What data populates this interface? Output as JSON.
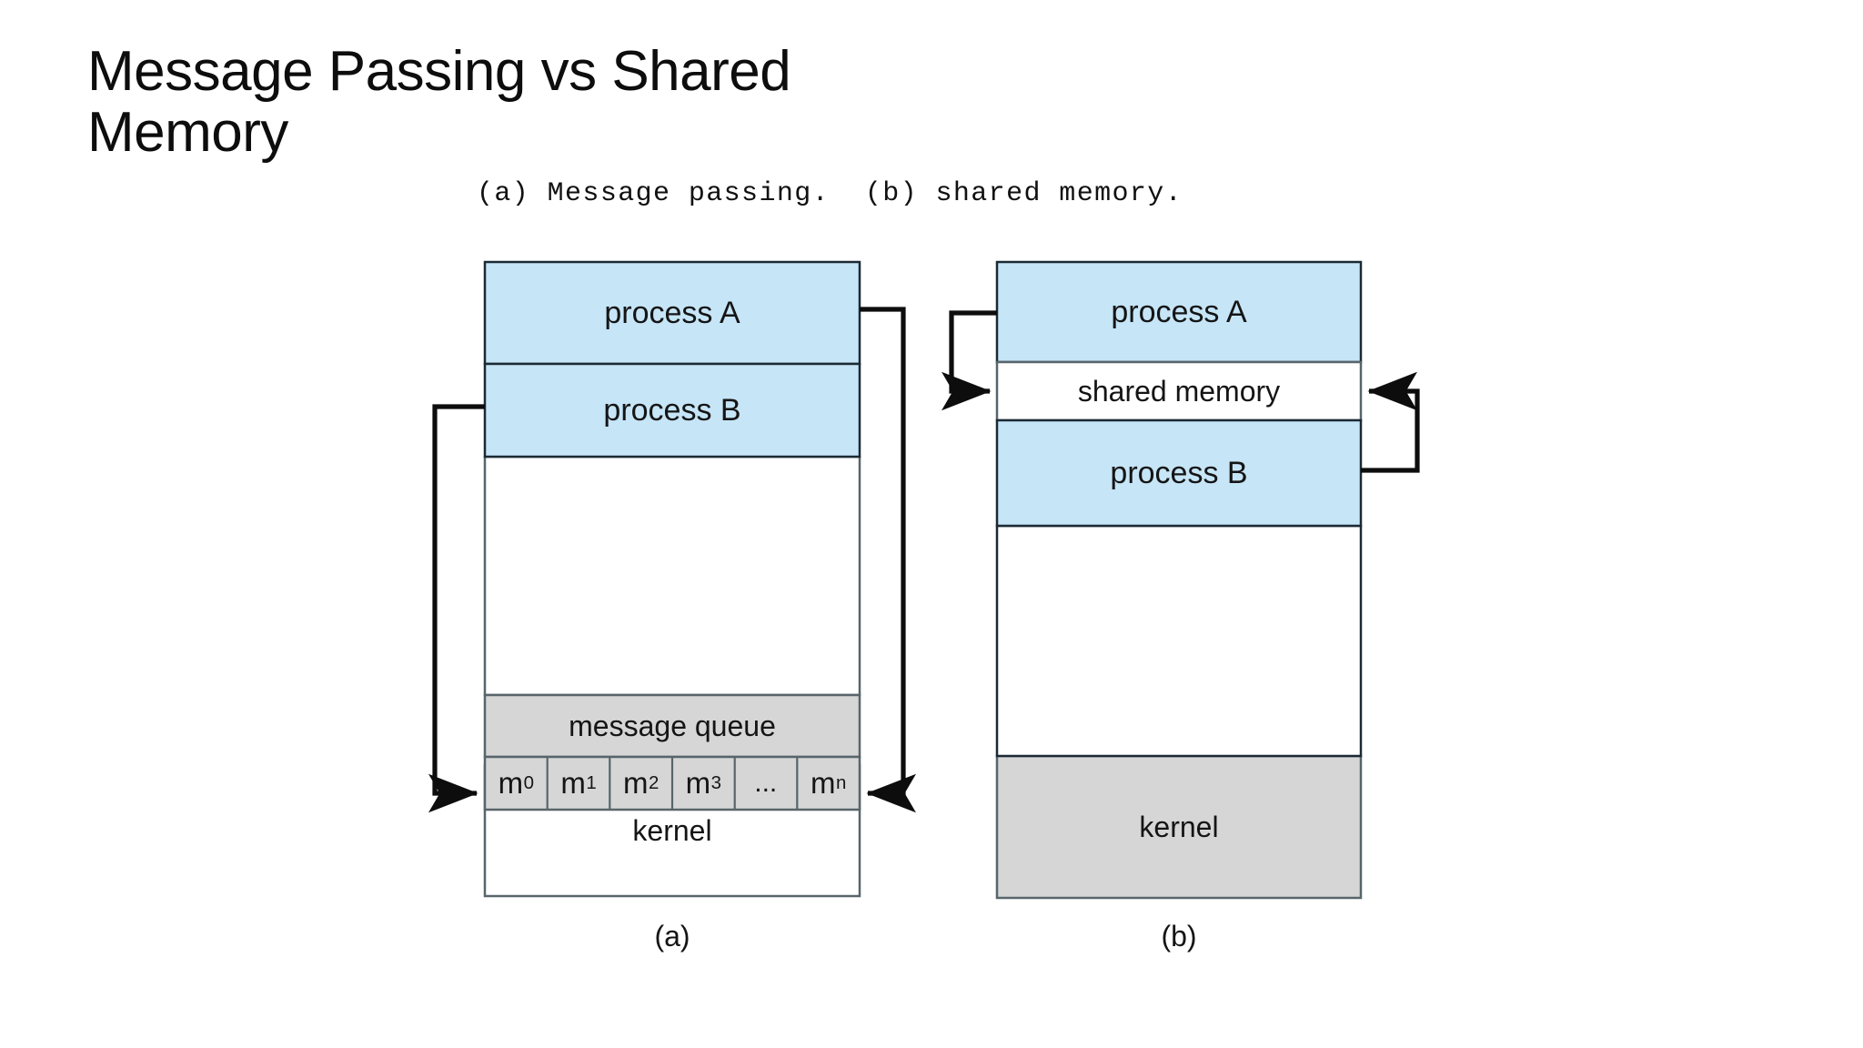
{
  "slide": {
    "title": "Message Passing vs Shared\nMemory",
    "caption": "(a) Message passing.  (b) shared memory."
  },
  "colors": {
    "process_fill": "#c6e5f7",
    "kernel_fill_gray": "#d6d6d6",
    "queue_fill": "#d6d6d6",
    "white_fill": "#ffffff",
    "border": "#58656b",
    "border_dark": "#1b2a33",
    "arrow": "#0d0d0d",
    "text": "#151515",
    "background": "#ffffff"
  },
  "figure_a": {
    "caption_label": "(a)",
    "blocks": [
      {
        "name": "process-a",
        "label": "process A",
        "fill": "process"
      },
      {
        "name": "process-b",
        "label": "process B",
        "fill": "process"
      },
      {
        "name": "free-space",
        "label": "",
        "fill": "white"
      },
      {
        "name": "message-queue",
        "label": "message queue",
        "fill": "gray"
      },
      {
        "name": "kernel",
        "label": "kernel",
        "fill": "white"
      }
    ],
    "message_cells": [
      {
        "name": "message-cell-m0",
        "base": "m",
        "sub": "0"
      },
      {
        "name": "message-cell-m1",
        "base": "m",
        "sub": "1"
      },
      {
        "name": "message-cell-m2",
        "base": "m",
        "sub": "2"
      },
      {
        "name": "message-cell-m3",
        "base": "m",
        "sub": "3"
      },
      {
        "name": "message-cell-ellipsis",
        "base": "...",
        "sub": ""
      },
      {
        "name": "message-cell-mn",
        "base": "m",
        "sub": "n"
      }
    ],
    "arrows": [
      {
        "name": "arrow-process-b-to-queue",
        "direction": "into-m0",
        "from": "process B",
        "to": "m0"
      },
      {
        "name": "arrow-process-a-to-queue",
        "direction": "into-mn",
        "from": "process A",
        "to": "mn"
      }
    ]
  },
  "figure_b": {
    "caption_label": "(b)",
    "blocks": [
      {
        "name": "process-a",
        "label": "process A",
        "fill": "process"
      },
      {
        "name": "shared-memory",
        "label": "shared memory",
        "fill": "white"
      },
      {
        "name": "process-b",
        "label": "process B",
        "fill": "process"
      },
      {
        "name": "free-space",
        "label": "",
        "fill": "white"
      },
      {
        "name": "kernel",
        "label": "kernel",
        "fill": "gray"
      }
    ],
    "arrows": [
      {
        "name": "arrow-process-a-to-shared-memory",
        "direction": "right",
        "from": "process A",
        "to": "shared memory"
      },
      {
        "name": "arrow-process-b-to-shared-memory",
        "direction": "left",
        "from": "process B",
        "to": "shared memory"
      }
    ]
  }
}
